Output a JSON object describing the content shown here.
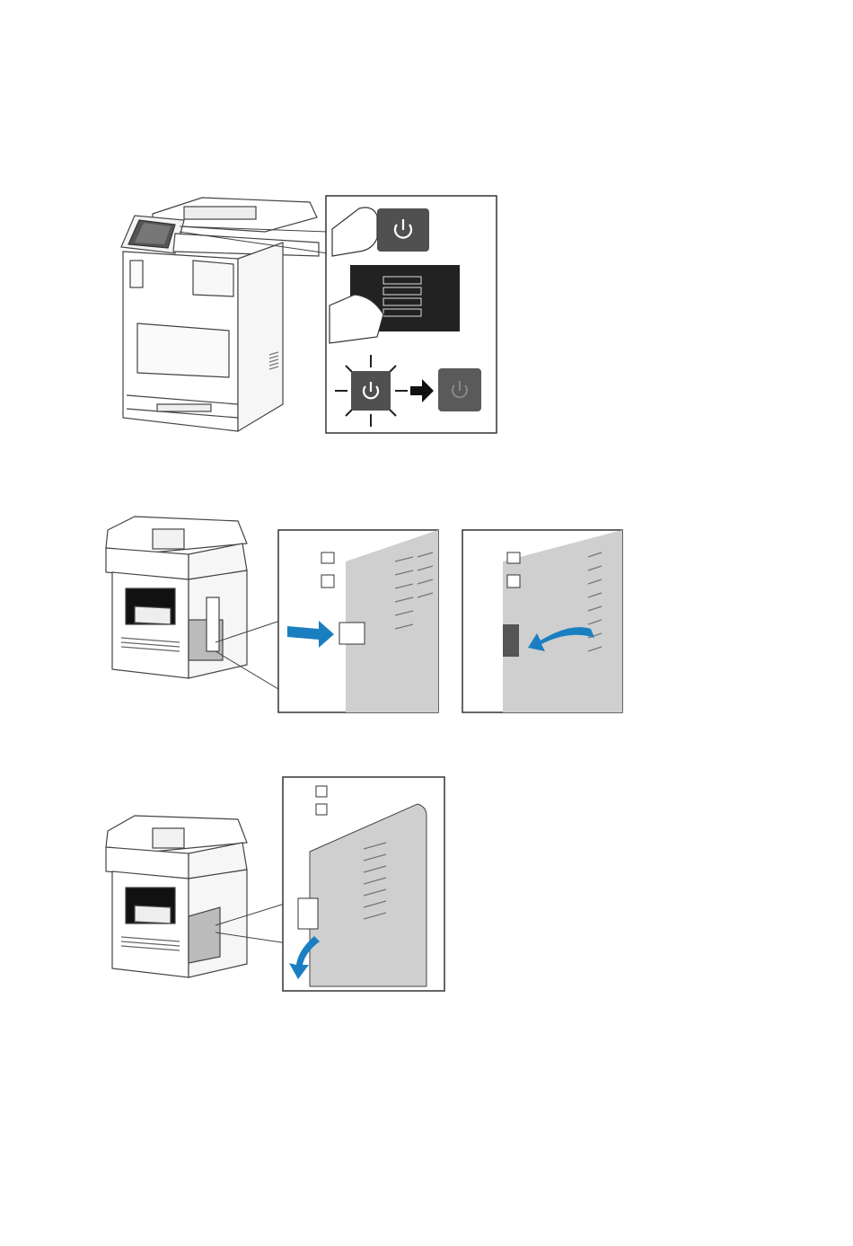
{
  "page": {
    "background": "#ffffff"
  },
  "colors": {
    "line": "#444444",
    "panel_gray": "#cfcfcf",
    "dark_button": "#505050",
    "dark_screen": "#222222",
    "arrow_blue": "#1a7fc1",
    "highlight": "#1a1a1a"
  },
  "figures": [
    {
      "id": "step-power-off",
      "items": [
        "printer-front",
        "power-button-press",
        "power-menu-screen",
        "power-button-blinking",
        "power-button-off"
      ],
      "icons": [
        "power-icon",
        "hand-icon",
        "right-arrow-icon"
      ]
    },
    {
      "id": "step-release-latch",
      "items": [
        "printer-rear",
        "latch-push",
        "latch-pull"
      ],
      "icons": [
        "network-port-icon",
        "blue-arrow-icon"
      ]
    },
    {
      "id": "step-open-cover",
      "items": [
        "printer-rear",
        "cover-open"
      ],
      "icons": [
        "blue-arrow-icon"
      ]
    }
  ]
}
